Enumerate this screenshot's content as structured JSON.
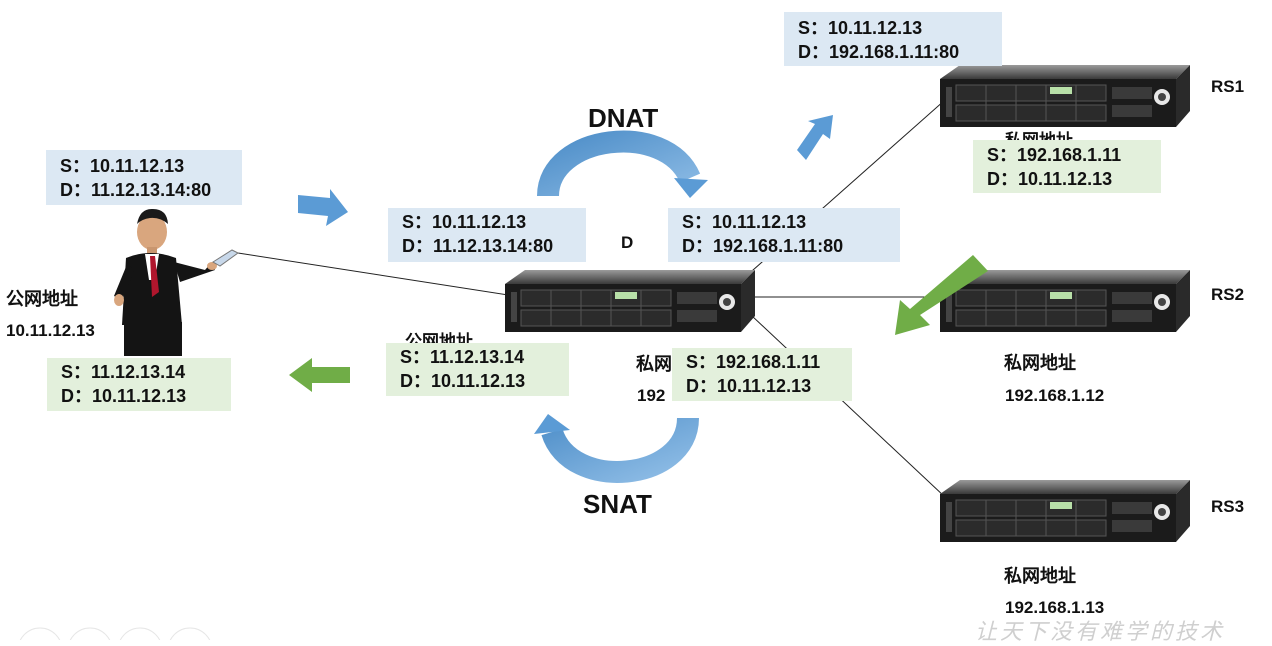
{
  "packets": {
    "client_request": {
      "src": "S：10.11.12.13",
      "dst": "D：11.12.13.14:80"
    },
    "director_in": {
      "src": "S：10.11.12.13",
      "dst": "D：11.12.13.14:80"
    },
    "director_out": {
      "src": "S：10.11.12.13",
      "dst": "D：192.168.1.11:80"
    },
    "rs1_in": {
      "src": "S：10.11.12.13",
      "dst": "D：192.168.1.11:80"
    },
    "rs1_reply": {
      "src": "S：192.168.1.11",
      "dst": "D：10.11.12.13"
    },
    "director_reply_in": {
      "src": "S：192.168.1.11",
      "dst": "D：10.11.12.13"
    },
    "director_reply_out": {
      "src": "S：11.12.13.14",
      "dst": "D：10.11.12.13"
    },
    "client_reply": {
      "src": "S：11.12.13.14",
      "dst": "D：10.11.12.13"
    }
  },
  "labels": {
    "dnat": "DNAT",
    "snat": "SNAT",
    "director": "D",
    "rs1": "RS1",
    "rs2": "RS2",
    "rs3": "RS3",
    "client_public_title": "公网地址",
    "client_public_ip": "10.11.12.13",
    "director_public_title": "公网地址",
    "director_private_title": "私网",
    "director_private_ip": "192",
    "rs1_private_title": "私网地址",
    "rs2_private_title": "私网地址",
    "rs2_private_ip": "192.168.1.12",
    "rs3_private_title": "私网地址",
    "rs3_private_ip": "192.168.1.13",
    "watermark": "让天下没有难学的技术"
  },
  "colors": {
    "request_box": "#dce8f3",
    "reply_box": "#e3f0dc",
    "blue_arrow": "#5b9bd5",
    "green_arrow": "#70ad47"
  }
}
